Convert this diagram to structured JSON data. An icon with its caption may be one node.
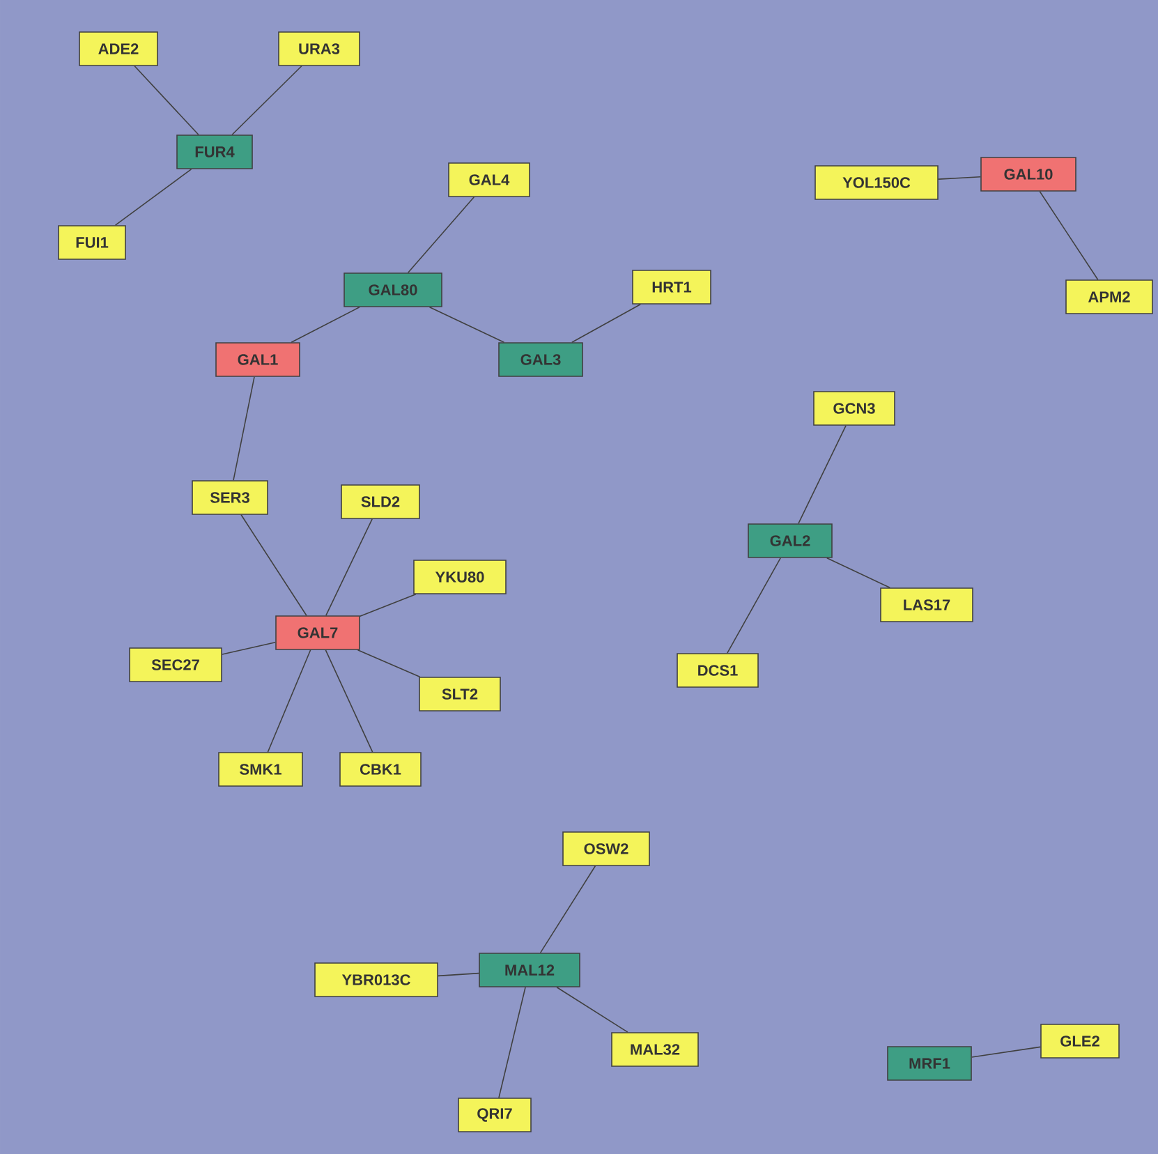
{
  "diagram": {
    "nodes": [
      {
        "text": [
          "ADE2"
        ]
      },
      {
        "text": [
          "URA3"
        ]
      },
      {
        "text": [
          "FUR4"
        ]
      },
      {
        "text": [
          "FUI1"
        ]
      },
      {
        "text": [
          "GAL4"
        ]
      },
      {
        "text": [
          "YOL150C"
        ]
      },
      {
        "text": [
          "GAL10"
        ]
      },
      {
        "text": [
          "GAL80"
        ]
      },
      {
        "text": [
          "HRT1"
        ]
      },
      {
        "text": [
          "APM2"
        ]
      },
      {
        "text": [
          "GAL1"
        ]
      },
      {
        "text": [
          "GAL3"
        ]
      },
      {
        "text": [
          "GCN3"
        ]
      },
      {
        "text": [
          "SER3"
        ]
      },
      {
        "text": [
          "SLD2"
        ]
      },
      {
        "text": [
          "GAL2"
        ]
      },
      {
        "text": [
          "YKU80"
        ]
      },
      {
        "text": [
          "LAS17"
        ]
      },
      {
        "text": [
          "GAL7"
        ]
      },
      {
        "text": [
          "SEC27"
        ]
      },
      {
        "text": [
          "DCS1"
        ]
      },
      {
        "text": [
          "SLT2"
        ]
      },
      {
        "text": [
          "SMK1"
        ]
      },
      {
        "text": [
          "CBK1"
        ]
      },
      {
        "text": [
          "OSW2"
        ]
      },
      {
        "text": [
          "YBR013C"
        ]
      },
      {
        "text": [
          "MAL12"
        ]
      },
      {
        "text": [
          "MAL32"
        ]
      },
      {
        "text": [
          "MRF1"
        ]
      },
      {
        "text": [
          "GLE2"
        ]
      },
      {
        "text": [
          "QRI7"
        ]
      }
    ],
    "edges": [
      {
        "from": 2,
        "to": 0,
        "arrow": "none"
      },
      {
        "from": 2,
        "to": 1,
        "arrow": "none"
      },
      {
        "from": 2,
        "to": 3,
        "arrow": "none"
      },
      {
        "from": 7,
        "to": 4,
        "arrow": "none"
      },
      {
        "from": 7,
        "to": 10,
        "arrow": "none"
      },
      {
        "from": 7,
        "to": 11,
        "arrow": "none"
      },
      {
        "from": 11,
        "to": 8,
        "arrow": "none"
      },
      {
        "from": 5,
        "to": 6,
        "arrow": "none"
      },
      {
        "from": 6,
        "to": 9,
        "arrow": "none"
      },
      {
        "from": 10,
        "to": 13,
        "arrow": "none"
      },
      {
        "from": 18,
        "to": 13,
        "arrow": "none"
      },
      {
        "from": 18,
        "to": 14,
        "arrow": "none"
      },
      {
        "from": 18,
        "to": 16,
        "arrow": "none"
      },
      {
        "from": 18,
        "to": 19,
        "arrow": "none"
      },
      {
        "from": 18,
        "to": 21,
        "arrow": "none"
      },
      {
        "from": 18,
        "to": 22,
        "arrow": "none"
      },
      {
        "from": 18,
        "to": 23,
        "arrow": "none"
      },
      {
        "from": 15,
        "to": 12,
        "arrow": "none"
      },
      {
        "from": 15,
        "to": 17,
        "arrow": "none"
      },
      {
        "from": 15,
        "to": 20,
        "arrow": "none"
      },
      {
        "from": 26,
        "to": 24,
        "arrow": "none"
      },
      {
        "from": 26,
        "to": 25,
        "arrow": "none"
      },
      {
        "from": 26,
        "to": 27,
        "arrow": "none"
      },
      {
        "from": 26,
        "to": 30,
        "arrow": "none"
      },
      {
        "from": 28,
        "to": 29,
        "arrow": "none"
      }
    ]
  }
}
